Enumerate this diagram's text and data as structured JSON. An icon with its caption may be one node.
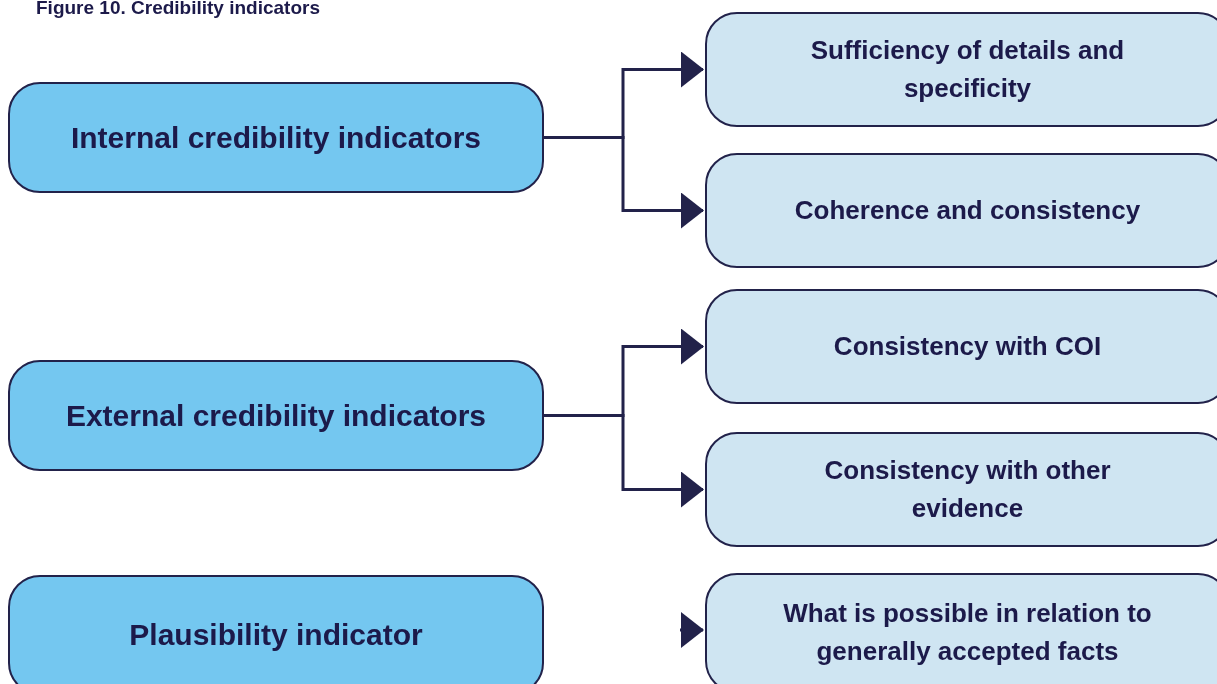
{
  "diagram": {
    "title": "Figure 10. Credibility indicators",
    "nodes": [
      {
        "text": [
          "Internal credibility indicators"
        ]
      },
      {
        "text": [
          "Sufficiency of details and specificity"
        ]
      },
      {
        "text": [
          "Coherence and consistency"
        ]
      },
      {
        "text": [
          "External credibility indicators"
        ]
      },
      {
        "text": [
          "Consistency with COI"
        ]
      },
      {
        "text": [
          "Consistency with other evidence"
        ]
      },
      {
        "text": [
          "Plausibility indicator"
        ]
      },
      {
        "text": [
          "What is possible in relation to generally accepted facts"
        ]
      }
    ],
    "edges": [
      {
        "from": 0,
        "to": 1,
        "arrow": "to"
      },
      {
        "from": 0,
        "to": 2,
        "arrow": "to"
      },
      {
        "from": 3,
        "to": 4,
        "arrow": "to"
      },
      {
        "from": 3,
        "to": 5,
        "arrow": "to"
      },
      {
        "from": null,
        "to": 7,
        "arrow": "to"
      }
    ]
  }
}
